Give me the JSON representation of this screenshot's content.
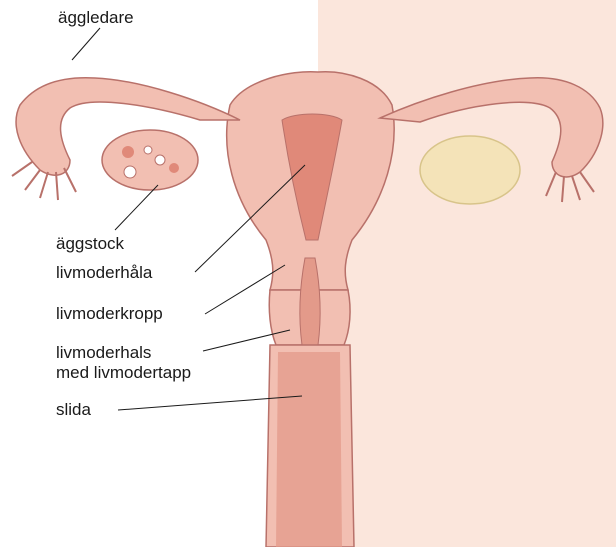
{
  "labels": {
    "fallopian_tube": "äggledare",
    "ovary": "äggstock",
    "uterine_cavity": "livmoderhåla",
    "uterine_body": "livmoderkropp",
    "cervix_line1": "livmoderhals",
    "cervix_line2": "med livmodertapp",
    "vagina": "slida"
  },
  "colors": {
    "background_panel": "#fbe6dc",
    "tissue": "#f2bfb2",
    "tissue_dark": "#e39a8a",
    "cavity": "#e08979",
    "outline": "#b8716a",
    "ovary_right": "#f4e3b8"
  }
}
